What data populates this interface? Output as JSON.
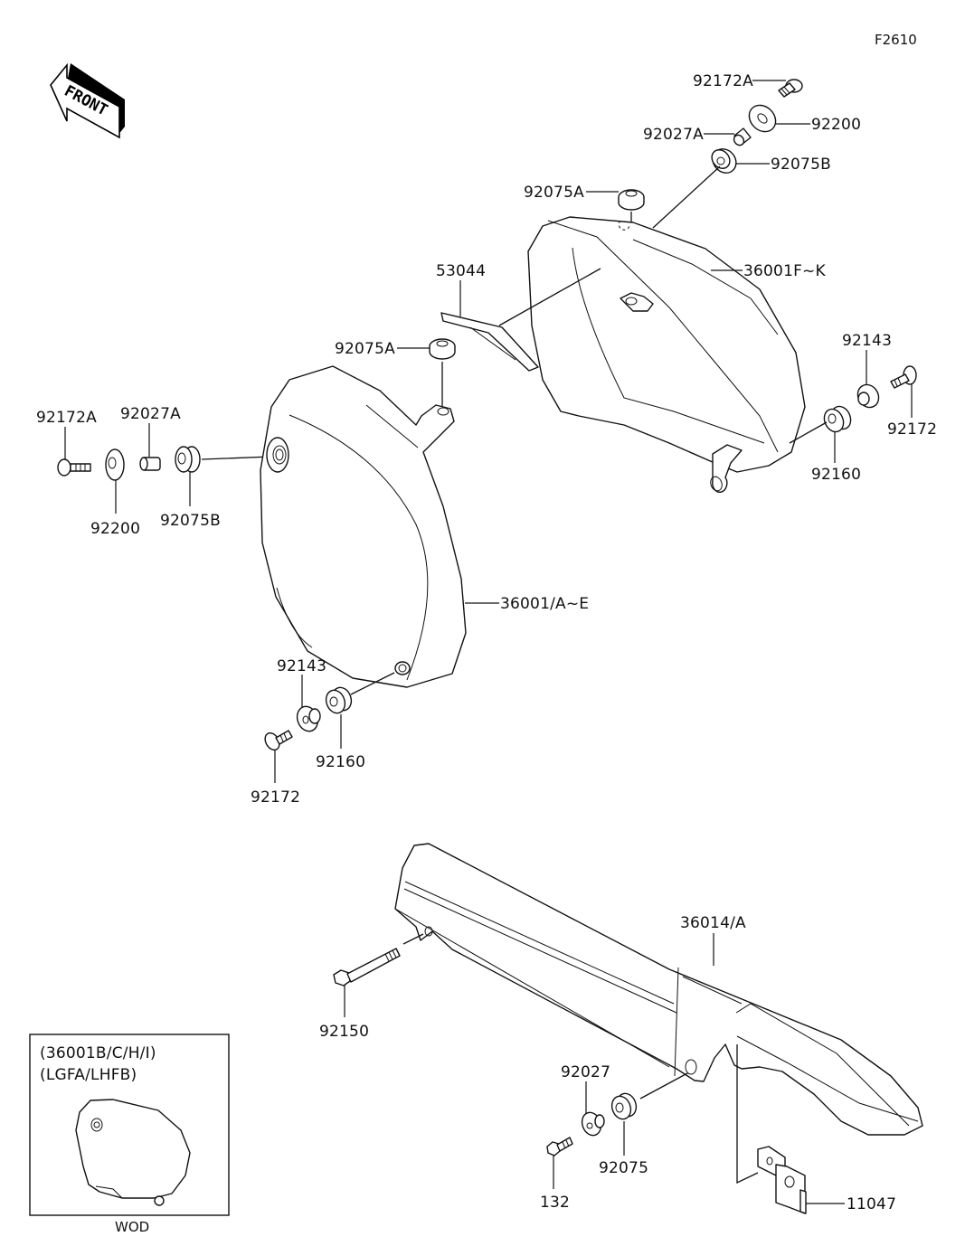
{
  "diagram": {
    "code": "F2610",
    "front_marker": "FRONT",
    "colors": {
      "line": "#111111",
      "background": "#ffffff"
    },
    "labels": {
      "top_92172A": "92172A",
      "top_92200": "92200",
      "top_92027A": "92027A",
      "top_92075B": "92075B",
      "top_92075A": "92075A",
      "right_cover": "36001F~K",
      "strip": "53044",
      "mid_92075A": "92075A",
      "r_92143": "92143",
      "r_92172": "92172",
      "r_92160": "92160",
      "l_92172A": "92172A",
      "l_92027A": "92027A",
      "l_92200": "92200",
      "l_92075B": "92075B",
      "left_cover": "36001/A~E",
      "b_92143": "92143",
      "b_92160": "92160",
      "b_92172": "92172",
      "chain_cover": "36014/A",
      "bolt_92150": "92150",
      "c_92027": "92027",
      "c_92075": "92075",
      "c_132": "132",
      "bracket_11047": "11047"
    },
    "inset": {
      "line1": "(36001B/C/H/I)",
      "line2": "(LGFA/LHFB)",
      "caption": "WOD"
    }
  }
}
